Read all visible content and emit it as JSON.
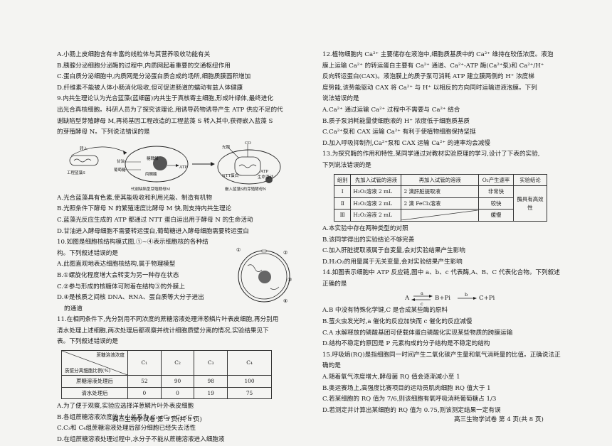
{
  "left": {
    "q8_options": [
      "A.小肠上皮细胞含有丰富的线粒体与其营养吸收功能有关",
      "B.胰腺分泌细胞分泌酶的过程中,内质网起着重要的交通枢纽作用",
      "C.蛋白质分泌细胞中,内质网是分泌蛋白质合成的场所,细胞质膜面积增加",
      "D.纤维素不能被人体小肠消化吸收,但可促进肠道的蠕动有益人体健康"
    ],
    "q9_stem": [
      "9.内共生理论认为光合蓝藻(蓝细菌)内共生于真核寄主细胞,形成叶绿体,最终进化",
      "出光合真核细胞。科研人员为了探究该理论,用诱导药物诱导产生 ATP 供应不足的代",
      "谢缺陷型芽殖酵母 M,再将基因工程改造的工程蓝藻 S 转入其中,获得嵌入蓝藻 S",
      "的芽殖酵母 N。下列说法错误的是"
    ],
    "q9_figure": {
      "transfer": "转入",
      "engineered": "工程蓝藻S",
      "glycerol": "甘油",
      "glucose": "葡萄糖",
      "glycolysis": "糖酵解",
      "pyruvate": "丙酮酸",
      "atp": "ATP",
      "light": "光照",
      "co2": "CO",
      "ntt": "NTT蛋白",
      "atp2": "ATP",
      "life": "生命活动",
      "caption_left": "代谢缺陷型芽殖酵母M",
      "caption_right": "嵌入蓝藻S的芽殖酵母N"
    },
    "q9_options": [
      "A.光合蓝藻具有色素,使其能吸收和利用光能、制造有机物",
      "B.光照条件下酵母 N 的繁殖速度比酵母 M 快,则支持内共生理论",
      "C.蓝藻光反应生成的 ATP 都通过 NTT 蛋白运出用于酵母 N 的生命活动",
      "D.甘油进入酵母细胞不需要转运蛋白,葡萄糖进入酵母细胞需要转运蛋白"
    ],
    "q10_lines": [
      "10.如图是细胞核结构模式图,①~④表示细胞核的各种结",
      "构。下列叙述错误的是",
      "A.此图直观地表达细胞核结构,属于物理模型",
      "B.①螺旋化程度增大会转变为另一种存在状态",
      "C.②参与形成的核糖体可附着在结构③的外膜上",
      "D.④是核质之间核 DNA、RNA、蛋白质等大分子进出",
      "的通道"
    ],
    "q11_stem": [
      "11.在相同条件下,先分别用不同浓度的蔗糖溶液处理洋葱鳞片叶表皮细胞,再分别用",
      "清水处理上述细胞,两次处理后都观察并统计细胞质壁分离的情况,实验结果见下",
      "表。下列叙述错误的是"
    ],
    "q11_table": {
      "header_top": "蔗糖溶液浓度",
      "header_bottom": "质壁分离细胞比例(%)",
      "cols": [
        "C₁",
        "C₂",
        "C₃",
        "C₄"
      ],
      "rows": [
        {
          "label": "蔗糖溶液处理后",
          "values": [
            "52",
            "90",
            "98",
            "100"
          ]
        },
        {
          "label": "清水处理后",
          "values": [
            "0",
            "0",
            "19",
            "75"
          ]
        }
      ]
    },
    "q11_options": [
      "A.为了便于观察,实验应选择洋葱鳞片叶外表皮细胞",
      "B.各组蔗糖溶液浓度的大小关系为 C₁<C₂<C₃<C₄",
      "C.C₃和 C₄组蔗糖溶液处理后部分细胞已经失去活性",
      "D.在组蔗糖溶液处理过程中,水分子不能从蔗糖溶液进入细胞液"
    ]
  },
  "right": {
    "q12": [
      "12.植物细胞内 Ca²⁺ 主要储存在液泡中,细胞质基质中的 Ca²⁺ 维持在较低浓度。液泡",
      "膜上运输 Ca²⁺ 的转运蛋白主要有 Ca²⁺ 通道、Ca²⁺-ATP 酶(Ca²⁺泵)和 Ca²⁺/H⁺",
      "反向转运蛋白(CAX)。液泡膜上的质子泵可消耗 ATP 建立膜两侧的 H⁺ 浓度梯",
      "度势能,该势能驱动 CAX 将 Ca²⁺ 与 H⁺ 以相反的方向同时运输进液泡膜。下列",
      "说法错误的是",
      "A.Ca²⁺ 通过运输 Ca²⁺ 过程中不需要与 Ca²⁺ 结合",
      "B.质子泵消耗能量使细胞液的 H⁺ 浓度低于细胞质基质",
      "C.Ca²⁺泵和 CAX 运输 Ca²⁺ 有利于使植物细胞保持坚挺",
      "D.加入呼吸抑制剂,Ca²⁺泵和 CAX 运输 Ca²⁺ 的速率均会减慢"
    ],
    "q13_stem": [
      "13.为探究酶的作用和特性,某同学通过对教材实验原理的学习,设计了下表的实验,",
      "下列说法错误的是"
    ],
    "q13_table": {
      "headers": [
        "组别",
        "先加入试管的溶液",
        "再加入试管的溶液",
        "O₂产生速率",
        "实验结论"
      ],
      "rows": [
        [
          "Ⅰ",
          "H₂O₂溶液 2 mL",
          "2 滴肝脏提取液",
          "非常快"
        ],
        [
          "Ⅱ",
          "H₂O₂溶液 2 mL",
          "2 滴 FeCl₃溶液",
          "较快"
        ],
        [
          "Ⅲ",
          "H₂O₂溶液 2 mL",
          "",
          "缓慢"
        ]
      ],
      "conclusion": "酶具有高效性"
    },
    "q13_options": [
      "A.本实验中存在两种类型的对照",
      "B.该同学得出的实验结论不够完善",
      "C.加入肝脏提取液属于自变量,会对实验结果产生影响",
      "D.H₂O₂的用量属于无关变量,会对实验结果产生影响"
    ],
    "q14_stem": [
      "14.如图表示细胞中 ATP 反应链,图中 a、b、c 代表酶,A、B、C 代表化合物。下列叙述",
      "正确的是"
    ],
    "q14_eq": {
      "a": "A",
      "b": "B+Pi",
      "c": "C+Pi",
      "enz_a": "a",
      "enz_c": "c",
      "enz_b": "b"
    },
    "q14_options": [
      "A.B 中没有特殊化学键,C 是合成某些酶的原料",
      "B.萤火虫发光时,a 催化的反应加快而 c 催化的反应减慢",
      "C.A 水解释放的磷酸基团可使载体蛋白磷酸化实现某些物质的跨膜运输",
      "D.结构不稳定的原因是 P 元素构成的分子结构是不稳定的结构"
    ],
    "q15": [
      "15.呼吸熵(RQ)是指细胞同一时间产生二氧化碳产生量和氧气消耗量的比值。正确说法正",
      "确的是",
      "A.随着氧气浓度增大,酵母菌 RQ 值会逐渐减小至 1",
      "B.奥运赛场上,高强度比赛项目的运动员肌肉细胞 RQ 值大于 1",
      "C.若某细胞的 RQ 值为 7/6,则该细胞有氧呼吸消耗葡萄糖占 1/3",
      "D.若测定并计算出某细胞的 RQ 值为 0.75,则该测定结果一定有误"
    ]
  },
  "footer": {
    "left": "高三生物学试卷 第 3 页(共 8 页)",
    "right": "高三生物学试卷 第 4 页(共 8 页)"
  }
}
